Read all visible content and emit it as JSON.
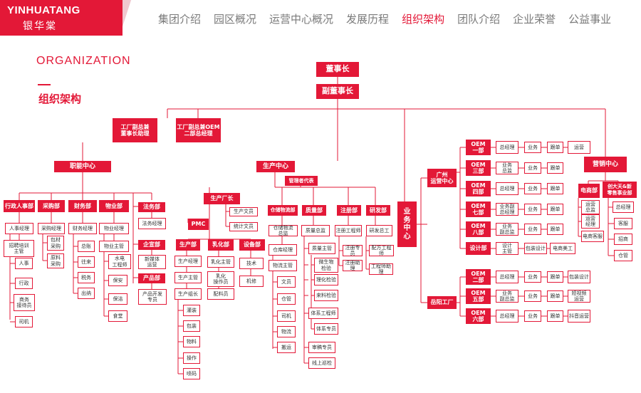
{
  "brand": {
    "name_en": "YINHUATANG",
    "name_cn": "银华棠",
    "accent": "#e31837"
  },
  "nav": [
    "集团介绍",
    "园区概况",
    "运营中心概况",
    "发展历程",
    "组织架构",
    "团队介绍",
    "企业荣誉",
    "公益事业"
  ],
  "nav_active": 4,
  "section": {
    "title_en": "ORGANIZATION",
    "title_cn": "组织架构"
  },
  "org": {
    "chairman": "董事长",
    "vice_chairman": "副董事长",
    "assistants": [
      "工厂副总兼\n董事长助理",
      "工厂副总兼OEM\n二部总经理"
    ],
    "centers": {
      "function": "职能中心",
      "production": "生产中心",
      "business": "业\n务\n中\n心",
      "marketing": "营销中心"
    },
    "management_rep": "管理者代表",
    "production_director": "生产厂长",
    "production_staff": [
      "生产文员",
      "统计文员"
    ],
    "pmc": "PMC",
    "departments": {
      "hr": {
        "name": "行政人事部",
        "items": [
          "人事经理",
          "招聘培训\n主管",
          "人事",
          "行政",
          "商务\n接待员",
          "司机"
        ]
      },
      "purchase": {
        "name": "采购部",
        "items": [
          "采购经理",
          "包材\n采购",
          "原料\n采购"
        ]
      },
      "finance": {
        "name": "财务部",
        "items": [
          "财务经理",
          "总账",
          "往来",
          "税务",
          "出纳"
        ]
      },
      "property": {
        "name": "物业部",
        "items": [
          "物业经理",
          "物业主管",
          "水电\n工程师",
          "保安",
          "保洁",
          "食堂"
        ]
      },
      "legal": {
        "name": "法务部",
        "items": [
          "法务经理"
        ]
      },
      "planning": {
        "name": "企宣部",
        "items": [
          "新媒体\n运营"
        ]
      },
      "product": {
        "name": "产品部",
        "items": [
          "产品开发\n专员"
        ]
      },
      "production": {
        "name": "生产部",
        "items": [
          "生产经理",
          "生产主管",
          "生产组长",
          "灌装",
          "包装",
          "物料",
          "操作",
          "喷码"
        ]
      },
      "emulsify": {
        "name": "乳化部",
        "items": [
          "乳化主管",
          "乳化\n操作员",
          "配料员"
        ]
      },
      "equipment": {
        "name": "设备部",
        "items": [
          "技术",
          "机修"
        ]
      },
      "warehouse": {
        "name": "仓储物流部",
        "items": [
          "仓储物流\n总监",
          "仓库经理",
          "物流主管",
          "文员",
          "仓管",
          "司机",
          "物流",
          "搬运"
        ]
      },
      "quality": {
        "name": "质量部",
        "items": [
          "质量总监",
          "质量主管",
          "微生物\n检验",
          "理化检验",
          "来料检验",
          "体系工程师",
          "体系专员",
          "审稿专员",
          "线上巡检"
        ]
      },
      "registration": {
        "name": "注册部",
        "items": [
          "注册工程师",
          "注册专员",
          "注册助理"
        ]
      },
      "rnd": {
        "name": "研发部",
        "items": [
          "研发总工",
          "配方工程师",
          "工程师助理"
        ]
      }
    },
    "guangzhou_center": "广州\n运营中心",
    "yueyang_factory": "岳阳工厂",
    "oem_rows": [
      {
        "name": "OEM\n一部",
        "cells": [
          "总经理",
          "业务",
          "跟单",
          "运营"
        ]
      },
      {
        "name": "OEM\n三部",
        "cells": [
          "业务\n总监",
          "业务",
          "跟单"
        ]
      },
      {
        "name": "OEM\n四部",
        "cells": [
          "总经理",
          "业务",
          "跟单"
        ]
      },
      {
        "name": "OEM\n七部",
        "cells": [
          "业务副\n总经理",
          "业务",
          "跟单"
        ]
      },
      {
        "name": "OEM\n八部",
        "cells": [
          "业务\n副总监",
          "业务",
          "跟单"
        ]
      },
      {
        "name": "设计部",
        "cells": [
          "设计\n主管",
          "包装设计",
          "电商美工"
        ]
      },
      {
        "name": "OEM\n二部",
        "cells": [
          "总经理",
          "业务",
          "跟单",
          "包装设计"
        ]
      },
      {
        "name": "OEM\n五部",
        "cells": [
          "业务\n副总监",
          "业务",
          "跟单",
          "短视频\n运营"
        ]
      },
      {
        "name": "OEM\n六部",
        "cells": [
          "总经理",
          "业务",
          "跟单",
          "抖音运营"
        ]
      }
    ],
    "ecommerce": {
      "name": "电商部",
      "items": [
        "运营\n总监",
        "运营\n经理",
        "电商客服"
      ]
    },
    "retail": {
      "name": "创大天&新\n零售事业部",
      "items": [
        "总经理",
        "客服",
        "招商",
        "仓管"
      ]
    }
  }
}
